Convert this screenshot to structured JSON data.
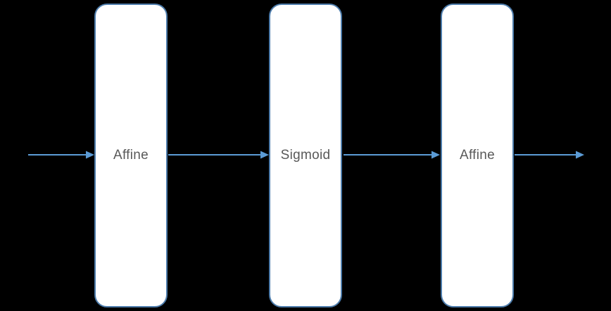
{
  "diagram": {
    "background_color": "#000000",
    "style": {
      "node_fill": "#ffffff",
      "node_border_color": "#4d7cab",
      "node_text_color": "#595959",
      "arrow_color": "#5b9bd5"
    },
    "nodes": [
      {
        "id": "affine-1",
        "label": "Affine"
      },
      {
        "id": "sigmoid-1",
        "label": "Sigmoid"
      },
      {
        "id": "affine-2",
        "label": "Affine"
      }
    ],
    "arrows": [
      {
        "id": "arrow-input",
        "from": "input",
        "to": "affine-1"
      },
      {
        "id": "arrow-affine1-to-sigmoid",
        "from": "affine-1",
        "to": "sigmoid-1"
      },
      {
        "id": "arrow-sigmoid-to-affine2",
        "from": "sigmoid-1",
        "to": "affine-2"
      },
      {
        "id": "arrow-output",
        "from": "affine-2",
        "to": "output"
      }
    ]
  }
}
